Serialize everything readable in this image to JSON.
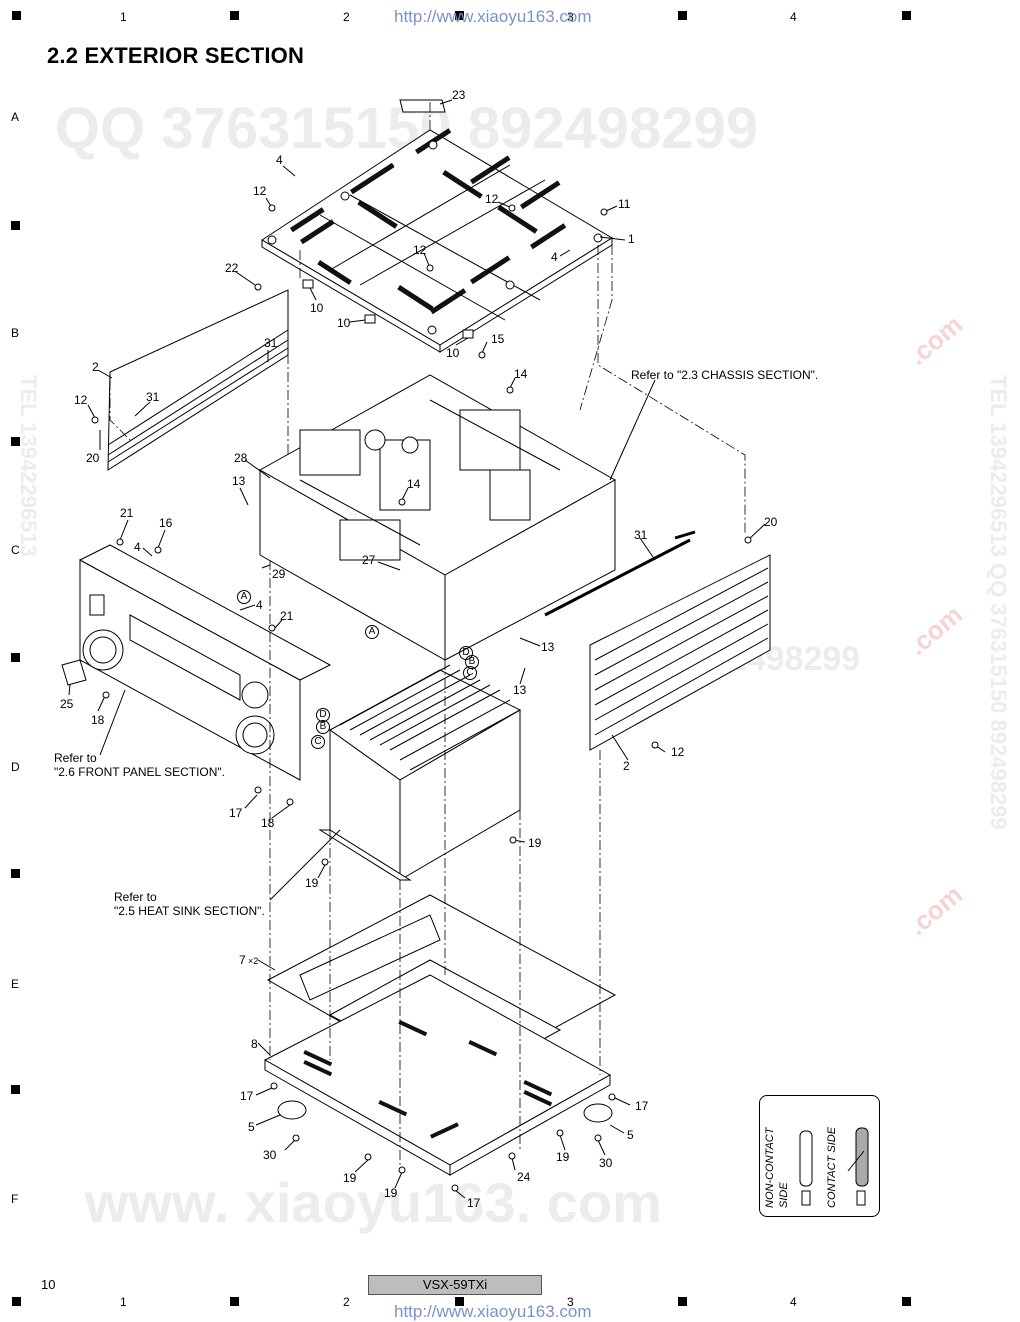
{
  "header": {
    "url_top": "http://www.xiaoyu163.com",
    "columns_top": [
      "1",
      "2",
      "3",
      "4"
    ]
  },
  "section_title": "2.2  EXTERIOR SECTION",
  "row_letters": [
    "A",
    "B",
    "C",
    "D",
    "E",
    "F"
  ],
  "watermarks": {
    "qq_top": "QQ 376315150   892498299",
    "qq_mid": "892498299",
    "side_right": "TEL 13942296513   QQ 376315150   892498299",
    "side_left": "TEL 13942296513",
    "bottom": "www. xiaoyu163. com",
    "stamp_text": ".com"
  },
  "callouts": {
    "c1": "1",
    "c2a": "2",
    "c2b": "2",
    "c4a": "4",
    "c4b": "4",
    "c4c": "4",
    "c4d": "4",
    "c5a": "5",
    "c5b": "5",
    "c7": "7",
    "c7x": "×2",
    "c8": "8",
    "c10a": "10",
    "c10b": "10",
    "c10c": "10",
    "c11": "11",
    "c12a": "12",
    "c12b": "12",
    "c12c": "12",
    "c12d": "12",
    "c12e": "12",
    "c13a": "13",
    "c13b": "13",
    "c13c": "13",
    "c14a": "14",
    "c14b": "14",
    "c15": "15",
    "c16": "16",
    "c17a": "17",
    "c17b": "17",
    "c17c": "17",
    "c17d": "17",
    "c18a": "18",
    "c18b": "18",
    "c19a": "19",
    "c19b": "19",
    "c19c": "19",
    "c19d": "19",
    "c19e": "19",
    "c20a": "20",
    "c20b": "20",
    "c21a": "21",
    "c21b": "21",
    "c22": "22",
    "c23": "23",
    "c24": "24",
    "c25": "25",
    "c27": "27",
    "c28": "28",
    "c29": "29",
    "c30a": "30",
    "c30b": "30",
    "c31a": "31",
    "c31b": "31",
    "c31c": "31",
    "markA1": "A",
    "markA2": "A",
    "markB1": "B",
    "markB2": "B",
    "markC1": "C",
    "markC2": "C",
    "markD1": "D",
    "markD2": "D"
  },
  "notes": {
    "chassis": "Refer to \"2.3 CHASSIS SECTION\".",
    "front_panel_1": "Refer to",
    "front_panel_2": "\"2.6 FRONT PANEL SECTION\".",
    "heat_sink_1": "Refer to",
    "heat_sink_2": "\"2.5 HEAT SINK SECTION\"."
  },
  "legend": {
    "non_contact_1": "NON-CONTACT",
    "non_contact_2": "SIDE",
    "contact": "CONTACT SIDE"
  },
  "footer": {
    "page_number": "10",
    "model": "VSX-59TXi",
    "columns_bottom": [
      "1",
      "2",
      "3",
      "4"
    ],
    "url_bottom": "http://www.xiaoyu163.com"
  }
}
